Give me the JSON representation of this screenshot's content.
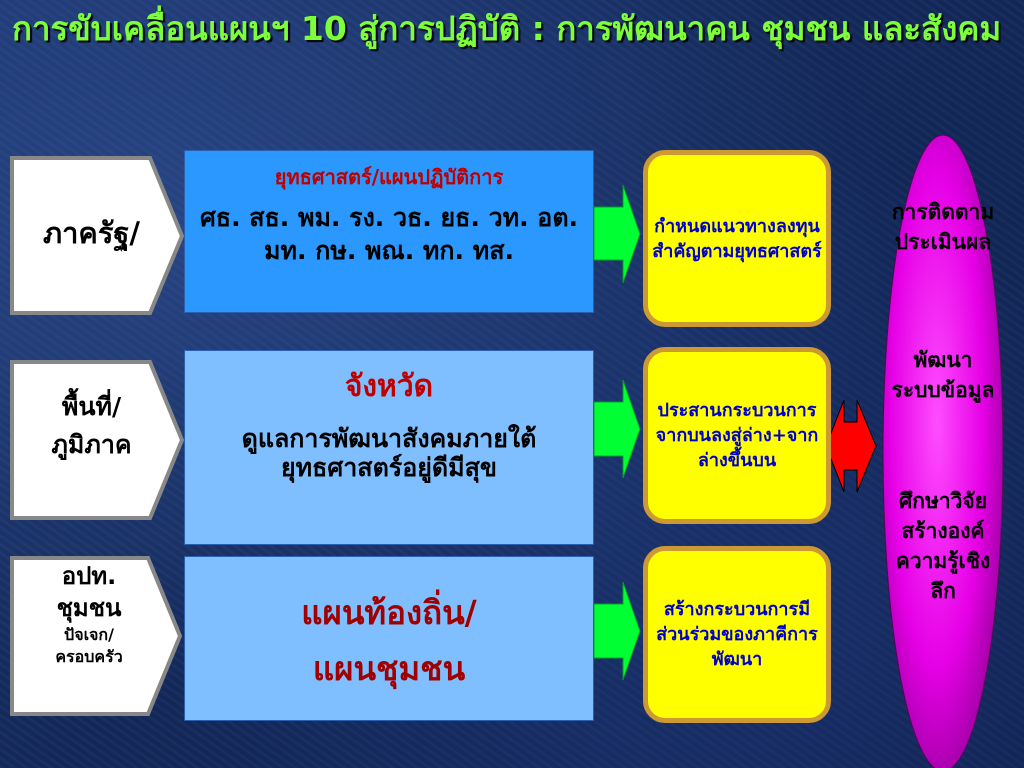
{
  "title": "การขับเคลื่อนแผนฯ 10 สู่การปฏิบัติ : การพัฒนาคน ชุมชน และสังคม",
  "left_labels": {
    "state": "ภาครัฐ/",
    "area_line1": "พื้นที่/",
    "area_line2": "ภูมิภาค",
    "local_line1": "อปท.",
    "local_line2": "ชุมชน",
    "local_line3": "ปัจเจก/",
    "local_line4": "ครอบครัว"
  },
  "center_boxes": {
    "state_heading": "ยุทธศาสตร์/แผนปฏิบัติการ",
    "state_body": "ศธ.  สธ. พม. รง. วธ. ยธ. วท. อต.  มท. กษ.  พณ. ทก. ทส.",
    "province_heading": "จังหวัด",
    "province_body": "ดูแลการพัฒนาสังคมภายใต้ยุทธศาสตร์อยู่ดีมีสุข",
    "local_line1": "แผนท้องถิ่น/",
    "local_line2": "แผนชุมชน"
  },
  "yellow_boxes": {
    "box1": "กำหนดแนวทางลงทุนสำคัญตามยุทธศาสตร์",
    "box2": "ประสานกระบวนการจากบนลงสู่ล่าง+จากล่างขึ้นบน",
    "box3": "สร้างกระบวนการมีส่วนร่วมของภาคีการพัฒนา"
  },
  "oval": {
    "text1": "การติดตามประเมินผล",
    "text2": "พัฒนาระบบข้อมูล",
    "text3": "ศึกษาวิจัยสร้างองค์ความรู้เชิงลึก"
  },
  "colors": {
    "title": "#7cff3a",
    "box_dark_blue": "#2a98ff",
    "box_light_blue": "#7fbfff",
    "yellow": "#ffff00",
    "oval": "#e600e6",
    "green_arrow": "#00ff33",
    "red_arrow": "#ff0000",
    "red_text": "#c00000",
    "blue_text": "#0000cc"
  }
}
